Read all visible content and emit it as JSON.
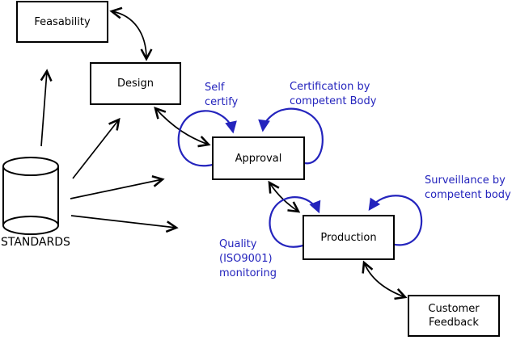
{
  "diagram": {
    "nodes": {
      "feasability": {
        "label": "Feasability"
      },
      "design": {
        "label": "Design"
      },
      "approval": {
        "label": "Approval"
      },
      "production": {
        "label": "Production"
      },
      "customer_feedback": {
        "line1": "Customer",
        "line2": "Feedback"
      }
    },
    "datastore": {
      "label": "STANDARDS"
    },
    "annotations": {
      "self_certify": {
        "line1": "Self",
        "line2": "certify"
      },
      "certification": {
        "line1": "Certification by",
        "line2": "competent Body"
      },
      "surveillance": {
        "line1": "Surveillance by",
        "line2": "competent body"
      },
      "quality_monitoring": {
        "line1": "Quality",
        "line2": "(ISO9001)",
        "line3": "monitoring"
      }
    },
    "colors": {
      "annotation_blue": "#2424bd",
      "line_black": "#000000",
      "background": "#ffffff"
    }
  }
}
